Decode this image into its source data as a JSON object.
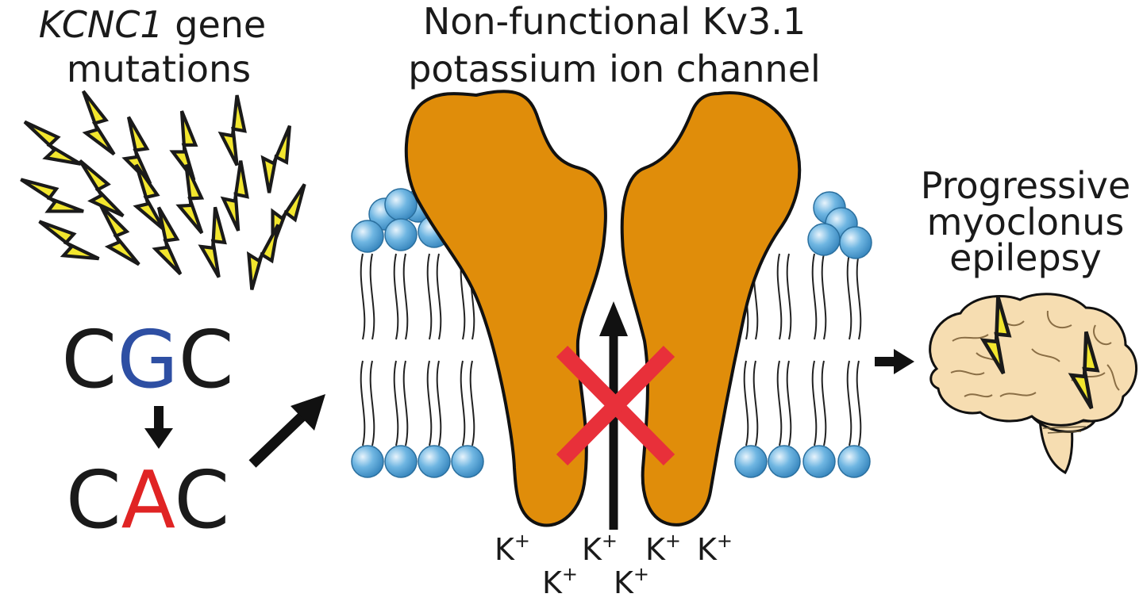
{
  "left": {
    "title_gene": "KCNC1",
    "title_rest": " gene",
    "title_line2": "mutations",
    "codon_original": {
      "first": "C",
      "middle": "G",
      "last": "C"
    },
    "codon_mutated": {
      "first": "C",
      "middle": "A",
      "last": "C"
    }
  },
  "center": {
    "title_line1": "Non-functional Kv3.1",
    "title_line2": "potassium ion channel",
    "ion_label": "K",
    "ion_charge": "+"
  },
  "right": {
    "title_line1": "Progressive",
    "title_line2": "myoclonus",
    "title_line3": "epilepsy"
  },
  "colors": {
    "protein": "#E08D0A",
    "lightning": "#F2E62E",
    "lipid_head": "#4AA0D4",
    "original_base": "#2E4FA3",
    "mutated_base": "#E02424",
    "block_x": "#E8303A",
    "brain": "#F6DDB1"
  },
  "icons": [
    "lightning-bolt-icon",
    "brain-icon",
    "arrow-icon",
    "block-x-icon"
  ]
}
